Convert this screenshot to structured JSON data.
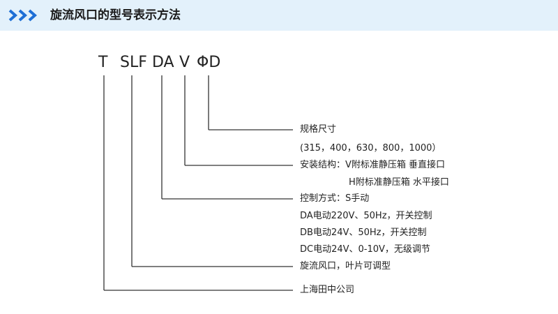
{
  "header": {
    "title": "旋流风口的型号表示方法",
    "accent_color": "#1e6fd6",
    "background_color": "#e3f1fb",
    "icon": "triple-chevron-right-icon"
  },
  "model_code": [
    "T",
    "SLF",
    "DA",
    "V",
    "ΦD"
  ],
  "descriptions": {
    "size_title": "规格尺寸",
    "size_values": "(315，400，630，800，1000）",
    "install_v": "安装结构：V附标准静压箱  垂直接口",
    "install_h": "H附标准静压箱  水平接口",
    "control_title": "控制方式：S手动",
    "control_da": "DA电动220V、50Hz，开关控制",
    "control_db": "DB电动24V、50Hz，开关控制",
    "control_dc": "DC电动24V、0-10V，无级调节",
    "product": "旋流风口，叶片可调型",
    "company": "上海田中公司"
  }
}
